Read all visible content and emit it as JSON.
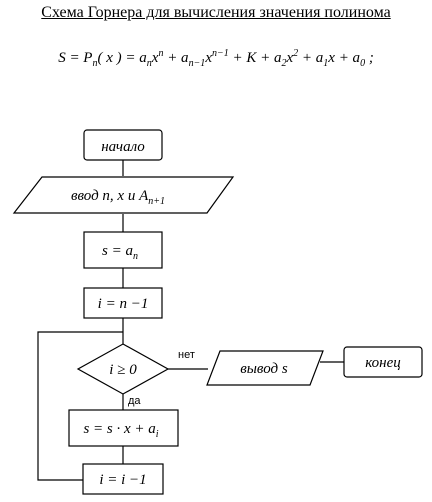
{
  "title": "Схема Горнера для вычисления значения полинома",
  "formula": {
    "lhs": "S = P",
    "sub_n": "n",
    "arg": "( x ) = a",
    "t1_sup": "n",
    "t2_sub": "n−1",
    "t2_sup": "n−1",
    "middle": " + K + a",
    "t3_sub": "2",
    "t3_sup": "2",
    "tail": " + a",
    "t4_sub": "1",
    "t5": "x + a",
    "t5_sub": "0",
    "end": " ;"
  },
  "flowchart": {
    "start": "начало",
    "input": "ввод n, x и A",
    "input_sub": "n+1",
    "assign1": "s = a",
    "assign1_sub": "n",
    "init_i": "i = n −1",
    "condition": "i ≥ 0",
    "yes_label": "да",
    "no_label": "нет",
    "update_s": "s = s · x + a",
    "update_s_sub": "i",
    "decrement": "i = i −1",
    "output": "вывод s",
    "end": "конец"
  }
}
